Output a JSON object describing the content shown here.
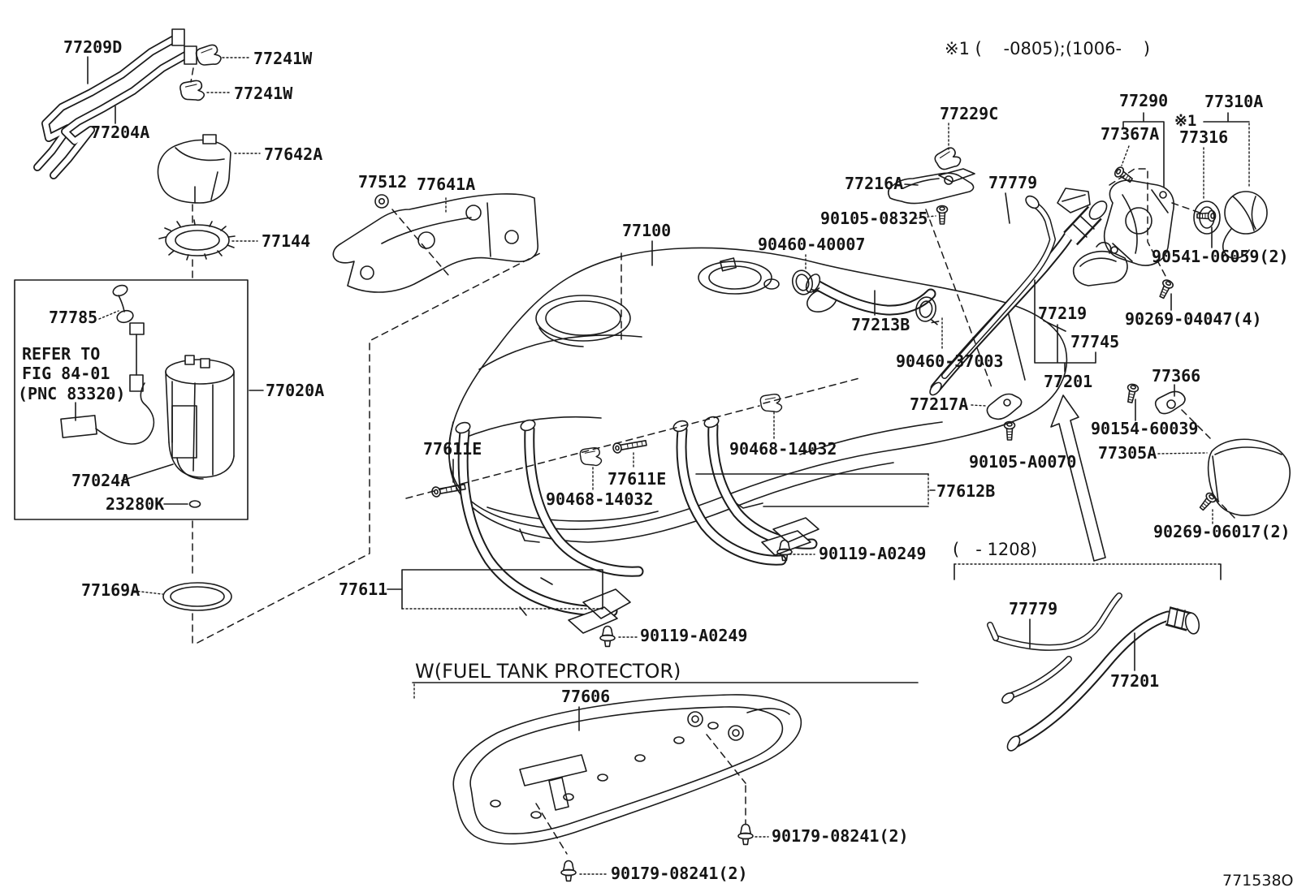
{
  "colors": {
    "line": "#1b1b1b",
    "background": "#ffffff"
  },
  "notes": {
    "top_variant_note": "※1 (    -0805);(1006-    )",
    "range_note": "(   - 1208)",
    "protector_note": "W(FUEL TANK PROTECTOR)",
    "sheet_code": "771538O",
    "refer_line1": "REFER TO",
    "refer_line2": "FIG 84-01",
    "refer_line3": "(PNC 83320)"
  },
  "labels": [
    {
      "text": "77209D"
    },
    {
      "text": "77241W"
    },
    {
      "text": "77241W"
    },
    {
      "text": "77204A"
    },
    {
      "text": "77642A"
    },
    {
      "text": "77144"
    },
    {
      "text": "77512"
    },
    {
      "text": "77641A"
    },
    {
      "text": "77100"
    },
    {
      "text": "77785"
    },
    {
      "text": "REFER TO"
    },
    {
      "text": "FIG 84-01"
    },
    {
      "text": "(PNC 83320)"
    },
    {
      "text": "77020A"
    },
    {
      "text": "77024A"
    },
    {
      "text": "23280K"
    },
    {
      "text": "77169A"
    },
    {
      "text": "77611E"
    },
    {
      "text": "90468-14032"
    },
    {
      "text": "77611E"
    },
    {
      "text": "90468-14032"
    },
    {
      "text": "77612B"
    },
    {
      "text": "77611"
    },
    {
      "text": "90119-A0249"
    },
    {
      "text": "90119-A0249"
    },
    {
      "text": "W(FUEL TANK PROTECTOR)"
    },
    {
      "text": "77606"
    },
    {
      "text": "90179-08241(2)"
    },
    {
      "text": "90179-08241(2)"
    },
    {
      "text": "※1 (    -0805);(1006-    )"
    },
    {
      "text": "77229C"
    },
    {
      "text": "77216A"
    },
    {
      "text": "90105-08325"
    },
    {
      "text": "77779"
    },
    {
      "text": "90460-40007"
    },
    {
      "text": "77213B"
    },
    {
      "text": "90460-37003"
    },
    {
      "text": "77217A"
    },
    {
      "text": "90105-A0070"
    },
    {
      "text": "77290"
    },
    {
      "text": "77367A"
    },
    {
      "text": "77310A"
    },
    {
      "text": "※1"
    },
    {
      "text": "77316"
    },
    {
      "text": "90541-06059(2)"
    },
    {
      "text": "90269-04047(4)"
    },
    {
      "text": "77219"
    },
    {
      "text": "77745"
    },
    {
      "text": "77201"
    },
    {
      "text": "77366"
    },
    {
      "text": "90154-60039"
    },
    {
      "text": "77305A"
    },
    {
      "text": "90269-06017(2)"
    },
    {
      "text": "(   - 1208)"
    },
    {
      "text": "77779"
    },
    {
      "text": "77201"
    },
    {
      "text": "771538O"
    }
  ]
}
